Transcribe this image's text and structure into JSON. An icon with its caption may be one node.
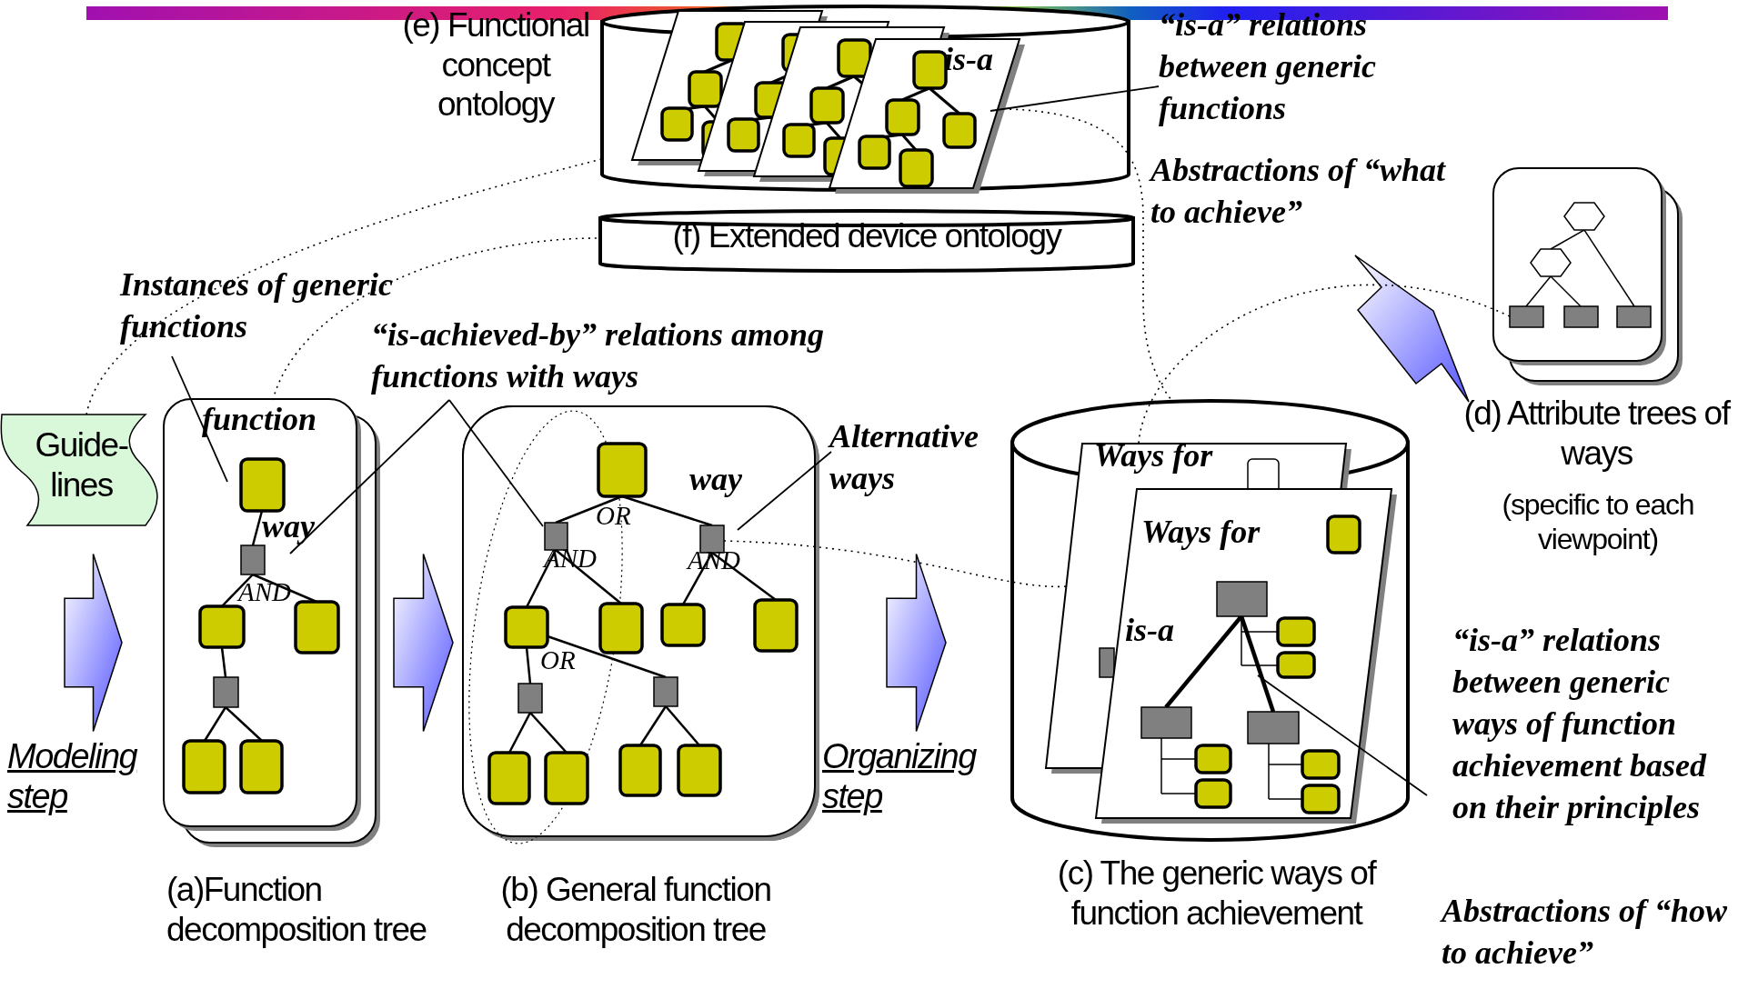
{
  "diagram": {
    "nodes": [
      {
        "text": [
          "(e) Functional concept ontology"
        ]
      },
      {
        "text": [
          "is-a"
        ],
        "in": 0
      },
      {
        "text": [
          "(f) Extended device ontology"
        ]
      },
      {
        "text": [
          "Guide- lines"
        ]
      },
      {
        "text": [
          "function",
          "way",
          "AND",
          "(a)Function decomposition tree"
        ]
      },
      {
        "text": [
          "way",
          "OR",
          "AND",
          "AND",
          "OR",
          "(b) General function decomposition tree"
        ]
      },
      {
        "text": [
          "(c) The generic ways of function achievement"
        ]
      },
      {
        "text": [
          "Ways for"
        ],
        "in": 6
      },
      {
        "text": [
          "Ways for",
          "is-a"
        ],
        "in": 6
      },
      {
        "text": [
          "(d) Attribute trees of ways",
          "(specific to each viewpoint)"
        ]
      },
      {
        "text": [
          "Instances of generic functions"
        ]
      },
      {
        "text": [
          "“is-achieved-by” relations among functions with ways"
        ]
      },
      {
        "text": [
          "Alternative ways"
        ]
      },
      {
        "text": [
          "“is-a” relations between generic functions"
        ]
      },
      {
        "text": [
          "Abstractions of “what to achieve”"
        ]
      },
      {
        "text": [
          "“is-a” relations between generic ways of function achievement based on their principles"
        ]
      },
      {
        "text": [],
        "shape": "box",
        "in": 0
      },
      {
        "text": [],
        "shape": "box",
        "in": 0
      },
      {
        "text": [],
        "shape": "box",
        "in": 0
      }
    ],
    "edges": [
      {
        "from": 10,
        "to": 4,
        "arrow": "none"
      },
      {
        "from": 11,
        "to": 4,
        "arrow": "none"
      },
      {
        "from": 11,
        "to": 5,
        "arrow": "none"
      },
      {
        "from": 12,
        "to": 5,
        "arrow": "none"
      },
      {
        "from": 13,
        "to": 1,
        "arrow": "none"
      },
      {
        "from": 15,
        "to": 8,
        "arrow": "none"
      },
      {
        "from": 14,
        "to": 9,
        "arrow": "to"
      },
      {
        "from": null,
        "to": 4,
        "arrow": "to",
        "label": "Modeling step"
      },
      {
        "from": 4,
        "to": 5,
        "arrow": "to"
      },
      {
        "from": 5,
        "to": 6,
        "arrow": "to",
        "label": "Organizing step"
      },
      {
        "from": 3,
        "to": 0,
        "arrow": "none",
        "style": "dashed"
      },
      {
        "from": 4,
        "to": 2,
        "arrow": "none",
        "style": "dashed"
      },
      {
        "from": 5,
        "to": 7,
        "arrow": "none",
        "style": "dashed"
      },
      {
        "from": 1,
        "to": 6,
        "arrow": "none",
        "style": "dashed"
      },
      {
        "from": 9,
        "to": 7,
        "arrow": "none",
        "style": "dashed"
      }
    ],
    "labels": [
      "Abstractions of “how to achieve”"
    ]
  }
}
